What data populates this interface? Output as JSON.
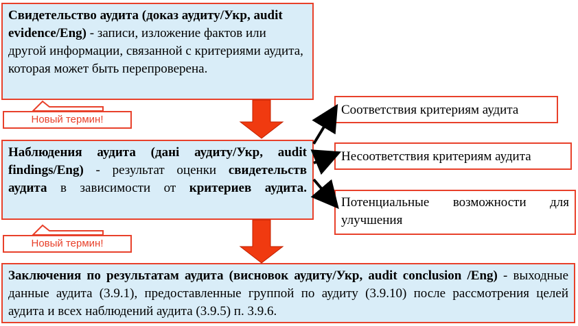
{
  "box1": {
    "bold": "Свидетельство аудита (доказ аудиту/Укр, audit evidence/Eng)",
    "text": " - записи, изложение фактов или другой информации, связанной с критериями аудита, которая может быть перепроверена."
  },
  "box2": {
    "bold1": "Наблюдения аудита (дані аудиту/Укр, audit findings/Eng)",
    "text1": " - результат оценки ",
    "bold2": "свидетельств аудита",
    "text2": " в зависимости от ",
    "bold3": "критериев аудита."
  },
  "box3": {
    "bold": "Заключения по результатам аудита (висновок аудиту/Укр, audit conclusion /Eng)",
    "text": " - выходные данные аудита (3.9.1), предоставленные группой по аудиту (3.9.10) после рассмотрения целей аудита и всех наблюдений аудита (3.9.5) п. 3.9.6."
  },
  "badges": {
    "new_term_1": "Новый термин!",
    "new_term_2": "Новый термин!"
  },
  "outcomes": [
    "Соответствия критериям аудита",
    "Несоответствия критериям аудита",
    "Потенциальные возможности для улучшения"
  ],
  "colors": {
    "accent": "#e8402a",
    "box_fill": "#d9edf8",
    "arrow_fill": "#f03a10"
  }
}
